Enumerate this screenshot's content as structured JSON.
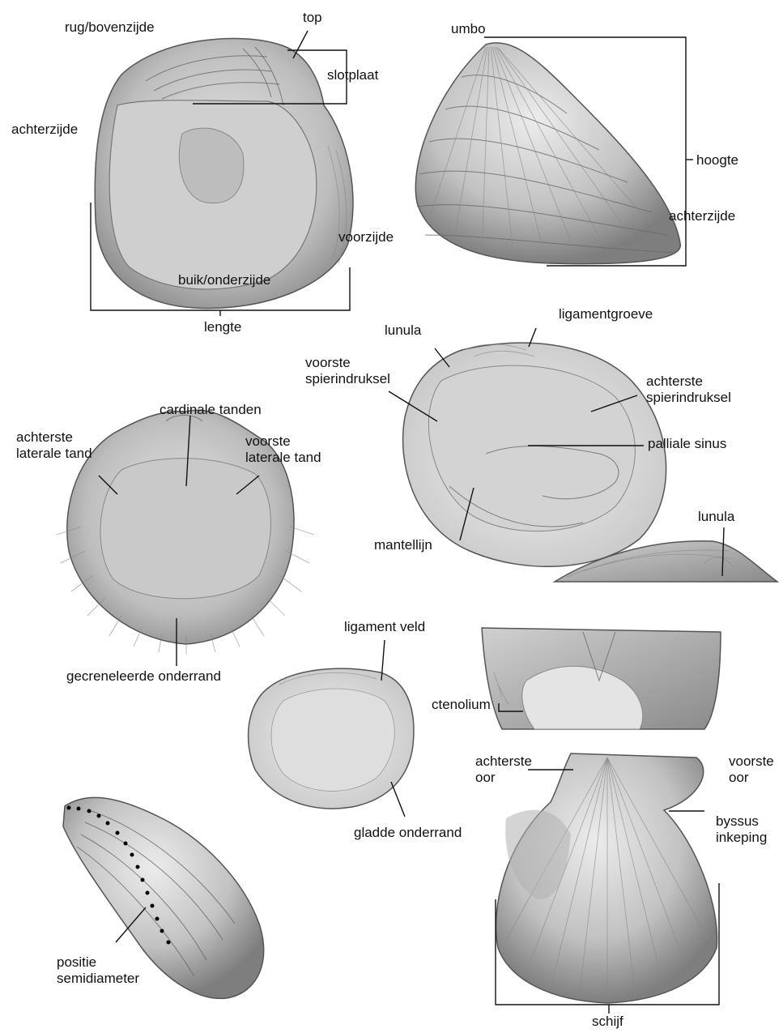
{
  "labels": {
    "shell1": {
      "dorsal": "rug/bovenzijde",
      "top": "top",
      "hinge_plate": "slotplaat",
      "posterior": "achterzijde",
      "anterior": "voorzijde",
      "ventral": "buik/onderzijde",
      "length": "lengte"
    },
    "shell2": {
      "umbo": "umbo",
      "height": "hoogte",
      "posterior": "achterzijde"
    },
    "shell3": {
      "ligament_pit": "ligamentgroeve",
      "lunule": "lunula",
      "anterior_muscle_scar_1": "voorste",
      "anterior_muscle_scar_2": "spierindruksel",
      "posterior_muscle_scar_1": "achterste",
      "posterior_muscle_scar_2": "spierindruksel",
      "pallial_sinus": "palliale sinus",
      "pallial_line": "mantellijn"
    },
    "shell4": {
      "cardinal_teeth": "cardinale tanden",
      "posterior_lateral_1": "achterste",
      "posterior_lateral_2": "laterale tand",
      "anterior_lateral_1": "voorste",
      "anterior_lateral_2": "laterale tand",
      "crenulated_margin": "gecreneleerde onderrand"
    },
    "shell5": {
      "lunule": "lunula"
    },
    "shell6": {
      "ligament_area": "ligament veld",
      "smooth_margin": "gladde onderrand"
    },
    "shell7": {
      "ctenolium": "ctenolium"
    },
    "shell8": {
      "posterior_ear_1": "achterste",
      "posterior_ear_2": "oor",
      "anterior_ear_1": "voorste",
      "anterior_ear_2": "oor",
      "byssal_notch_1": "byssus",
      "byssal_notch_2": "inkeping",
      "disc": "schijf"
    },
    "shell9": {
      "position_1": "positie",
      "position_2": "semidiameter"
    }
  },
  "colors": {
    "shell_fill": "#d9d9d9",
    "shell_dark": "#a8a8a8",
    "shell_light": "#eeeeee",
    "line": "#111111"
  }
}
